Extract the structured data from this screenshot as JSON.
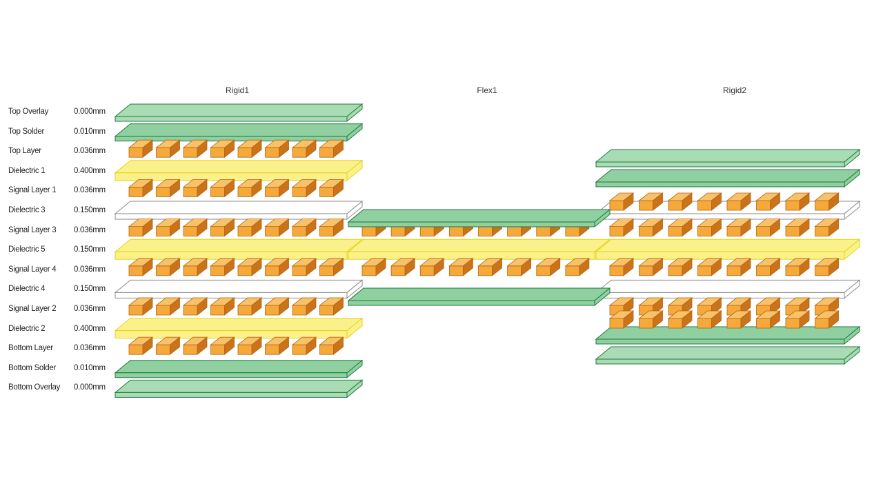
{
  "sections": [
    "Rigid1",
    "Flex1",
    "Rigid2"
  ],
  "layers": [
    {
      "name": "Top Overlay",
      "thickness": "0.000mm",
      "type": "overlay",
      "in": [
        true,
        false,
        false
      ]
    },
    {
      "name": "Top Solder",
      "thickness": "0.010mm",
      "type": "solder",
      "in": [
        true,
        false,
        false
      ]
    },
    {
      "name": "Top Layer",
      "thickness": "0.036mm",
      "type": "copper",
      "in": [
        true,
        false,
        false
      ]
    },
    {
      "name": "Dielectric 1",
      "thickness": "0.400mm",
      "type": "core",
      "in": [
        true,
        false,
        false
      ]
    },
    {
      "name": "Signal Layer 1",
      "thickness": "0.036mm",
      "type": "copper",
      "in": [
        true,
        false,
        false
      ]
    },
    {
      "name": "Dielectric 3",
      "thickness": "0.150mm",
      "type": "prepreg",
      "in": [
        true,
        false,
        true
      ]
    },
    {
      "name": "Signal Layer 3",
      "thickness": "0.036mm",
      "type": "copper",
      "in": [
        true,
        true,
        true
      ]
    },
    {
      "name": "Dielectric 5",
      "thickness": "0.150mm",
      "type": "core",
      "in": [
        true,
        true,
        true
      ]
    },
    {
      "name": "Signal Layer 4",
      "thickness": "0.036mm",
      "type": "copper",
      "in": [
        true,
        true,
        true
      ]
    },
    {
      "name": "Dielectric 4",
      "thickness": "0.150mm",
      "type": "prepreg",
      "in": [
        true,
        false,
        true
      ]
    },
    {
      "name": "Signal Layer 2",
      "thickness": "0.036mm",
      "type": "copper",
      "in": [
        true,
        false,
        true
      ]
    },
    {
      "name": "Dielectric 2",
      "thickness": "0.400mm",
      "type": "core",
      "in": [
        true,
        false,
        false
      ]
    },
    {
      "name": "Bottom Layer",
      "thickness": "0.036mm",
      "type": "copper",
      "in": [
        true,
        false,
        false
      ]
    },
    {
      "name": "Bottom Solder",
      "thickness": "0.010mm",
      "type": "solder",
      "in": [
        true,
        false,
        false
      ]
    },
    {
      "name": "Bottom Overlay",
      "thickness": "0.000mm",
      "type": "overlay",
      "in": [
        true,
        false,
        false
      ]
    }
  ],
  "colors": {
    "overlay": "#a9dbb5",
    "solder": "#8fcfa0",
    "edge_green": "#1f7a3c",
    "core": "#fbf18a",
    "core_edge": "#e6d21e",
    "prepreg": "#ffffff",
    "prepreg_edge": "#8a8a8a",
    "copper": "#f4a93a",
    "copper_dark": "#c9731a",
    "copper_edge": "#b86410"
  }
}
